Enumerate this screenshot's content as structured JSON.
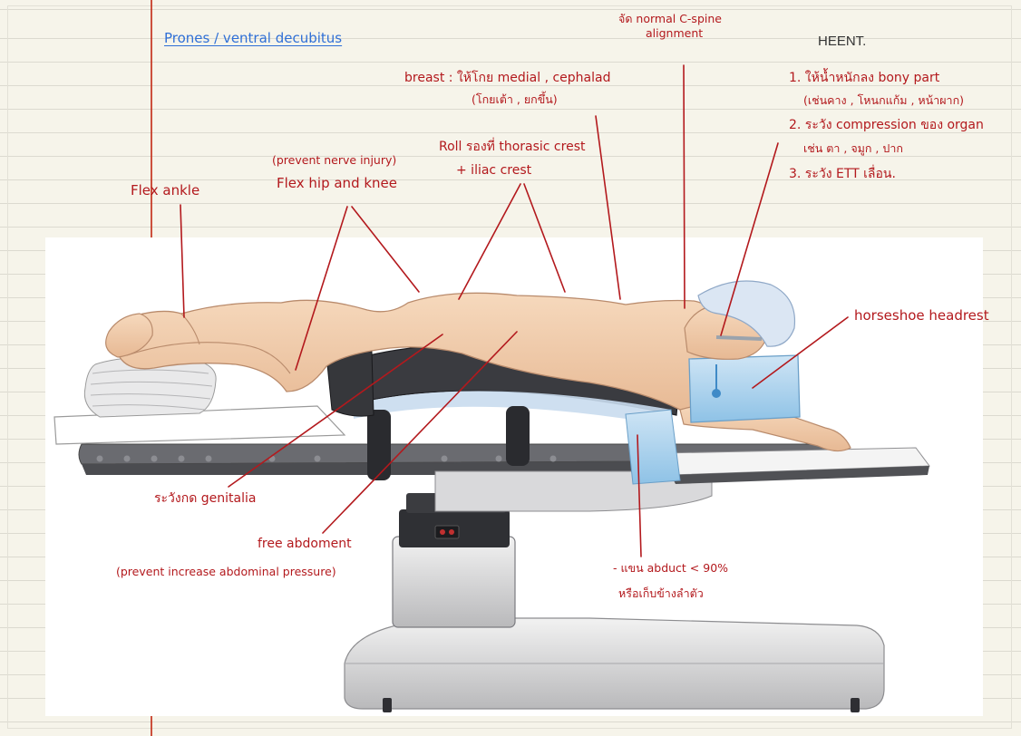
{
  "title": "Prones / ventral decubitus",
  "heent": {
    "heading": "HEENT.",
    "items": [
      "1. ให้น้ำหนักลง bony part",
      "(เช่นคาง , โหนกแก้ม , หน้าผาก)",
      "2. ระวัง compression ของ organ",
      "เช่น ตา , จมูก , ปาก",
      "3. ระวัง ETT เลื่อน."
    ]
  },
  "annotations": {
    "cspine_1": "จัด normal C-spine",
    "cspine_2": "alignment",
    "breast_1": "breast : ให้โกย medial , cephalad",
    "breast_2": "(โกยเต้า , ยกขึ้น)",
    "roll_1": "Roll รองที่ thorasic crest",
    "roll_2": "+ iliac crest",
    "hip_1": "(prevent nerve injury)",
    "hip_2": "Flex hip and knee",
    "ankle": "Flex ankle",
    "headrest": "horseshoe headrest",
    "genitalia": "ระวังกด genitalia",
    "abdomen_1": "free abdoment",
    "abdomen_2": "(prevent increase abdominal pressure)",
    "arm_1": "- แขน abduct < 90%",
    "arm_2": "หรือเก็บข้างลำตัว"
  },
  "colors": {
    "ink_red": "#b3191d",
    "ink_blue": "#2f6fd6",
    "margin_red": "#c4321f"
  }
}
